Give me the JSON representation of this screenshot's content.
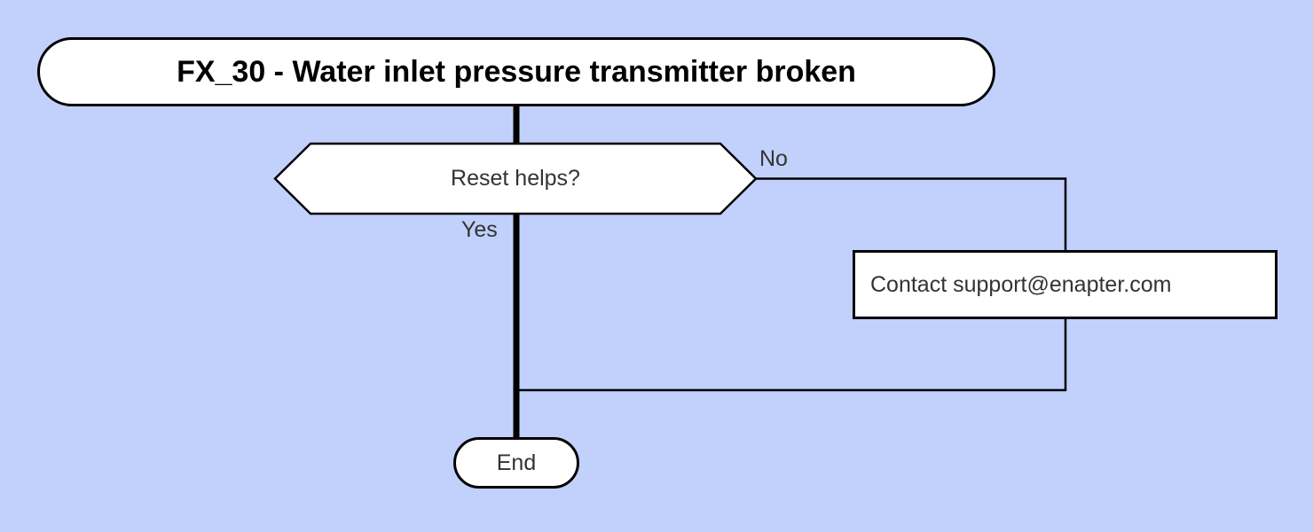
{
  "diagram": {
    "title_node": {
      "label": "FX_30 - Water inlet pressure transmitter broken"
    },
    "decision_node": {
      "label": "Reset helps?"
    },
    "branch_labels": {
      "no": "No",
      "yes": "Yes"
    },
    "action_node": {
      "label": "Contact support@enapter.com"
    },
    "end_node": {
      "label": "End"
    }
  },
  "colors": {
    "background": "#c2d0fc",
    "node-fill": "#ffffff",
    "node-border": "#000000",
    "edge-color": "#000000",
    "label-color": "#333333",
    "title-color": "#000000"
  }
}
